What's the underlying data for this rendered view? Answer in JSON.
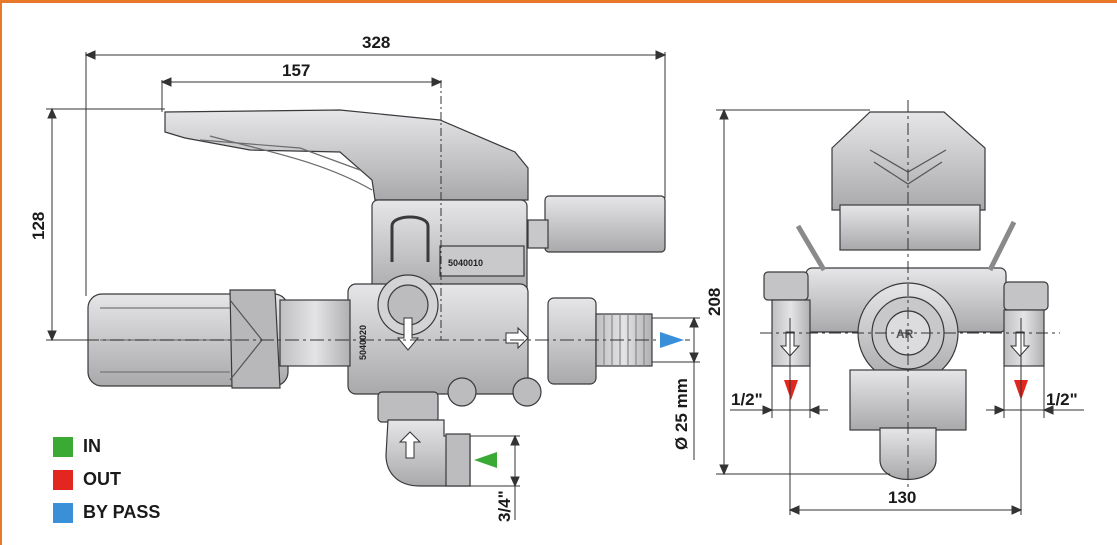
{
  "dimensions": {
    "width_total": "328",
    "width_handle": "157",
    "height_side": "128",
    "height_front": "208",
    "width_front": "130",
    "pipe_diameter": "Ø 25 mm",
    "inlet_thread": "3/4\"",
    "outlet_thread_left": "1/2\"",
    "outlet_thread_right": "1/2\""
  },
  "part_numbers": {
    "side_top": "5040010",
    "side_vertical": "5040020"
  },
  "legend": [
    {
      "label": "IN",
      "color": "#3aaa35"
    },
    {
      "label": "OUT",
      "color": "#e3261f"
    },
    {
      "label": "BY PASS",
      "color": "#3a8fd9"
    }
  ],
  "colors": {
    "frame": "#e8782a",
    "body": "#cfcfd1",
    "dark": "#9a9a9d"
  }
}
